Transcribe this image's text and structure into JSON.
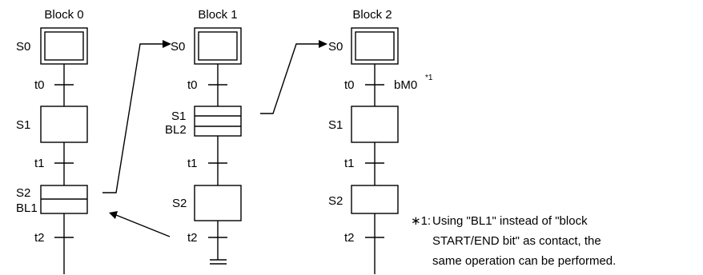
{
  "blocks": [
    {
      "title": "Block 0",
      "steps": [
        {
          "label": "S0"
        },
        {
          "label": "S1"
        },
        {
          "label": "S2",
          "sub_label": "BL1"
        }
      ],
      "transitions": [
        {
          "label": "t0"
        },
        {
          "label": "t1"
        },
        {
          "label": "t2"
        }
      ]
    },
    {
      "title": "Block 1",
      "steps": [
        {
          "label": "S0"
        },
        {
          "label": "S1",
          "sub_label": "BL2"
        },
        {
          "label": "S2"
        }
      ],
      "transitions": [
        {
          "label": "t0"
        },
        {
          "label": "t1"
        },
        {
          "label": "t2"
        }
      ]
    },
    {
      "title": "Block 2",
      "steps": [
        {
          "label": "S0"
        },
        {
          "label": "S1"
        },
        {
          "label": "S2"
        }
      ],
      "transitions": [
        {
          "label": "t0",
          "condition": "bM0",
          "condition_note": "*1"
        },
        {
          "label": "t1"
        },
        {
          "label": "t2"
        }
      ]
    }
  ],
  "footnote": {
    "marker": "∗1:",
    "lines": [
      "Using \"BL1\" instead of \"block",
      "START/END bit\" as contact, the",
      "same operation can be performed."
    ]
  }
}
